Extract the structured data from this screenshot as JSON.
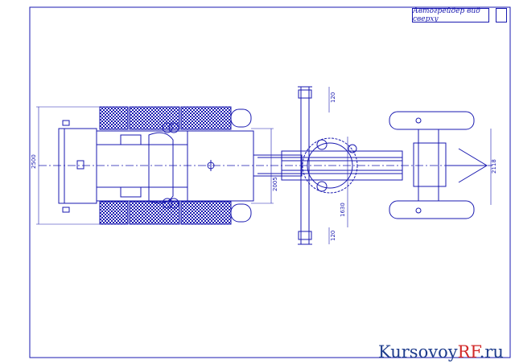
{
  "drawing": {
    "title": "Автогрейдер вид сверху",
    "line_color": "#1a1ab0",
    "hatch_color": "#1a1ab0",
    "background": "#ffffff"
  },
  "dimensions": {
    "overall_width": "2500",
    "frame_span": "2005",
    "blade_offset_top": "120",
    "blade_offset_bottom": "120",
    "blade_length": "1630",
    "front_track": "2118"
  },
  "watermark": {
    "main": "Kursovoy",
    "accent": "RF",
    "suffix": ".ru",
    "main_color": "#1e3c8c",
    "accent_color": "#d22828"
  }
}
